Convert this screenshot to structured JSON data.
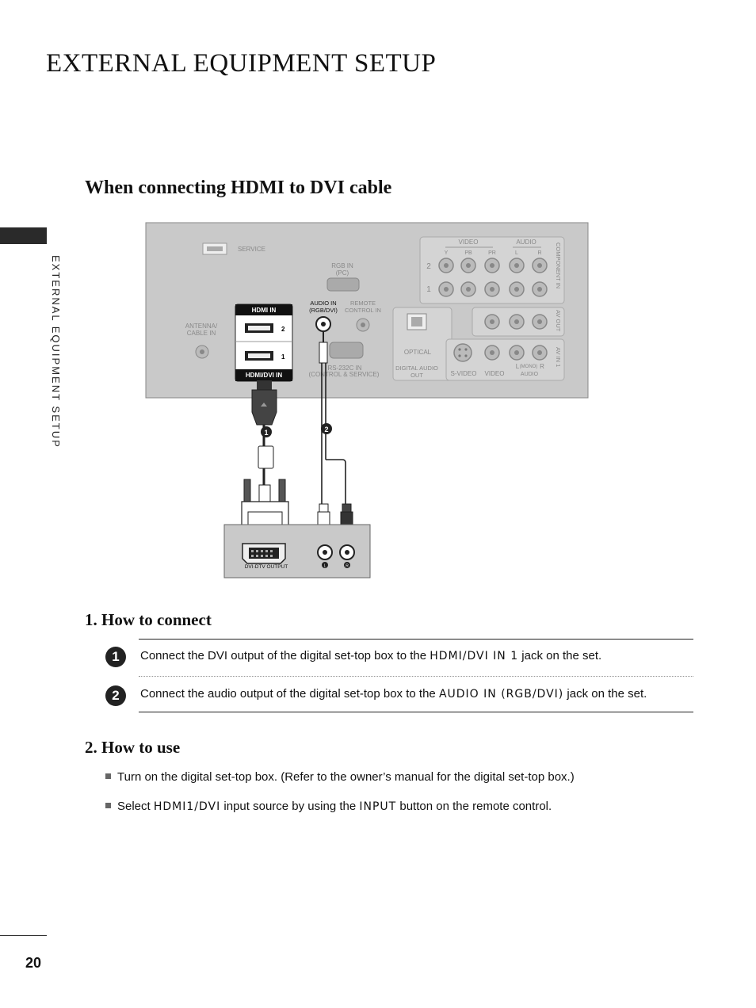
{
  "page": {
    "title": "EXTERNAL EQUIPMENT SETUP",
    "side_label": "EXTERNAL EQUIPMENT SETUP",
    "page_number": "20"
  },
  "section": {
    "title": "When connecting HDMI to DVI cable"
  },
  "diagram": {
    "tv_panel": {
      "service": "SERVICE",
      "rgb_in": "RGB IN",
      "rgb_pc": "(PC)",
      "hdmi_in": "HDMI IN",
      "hdmi_2": "2",
      "hdmi_1": "1",
      "hdmi_dvi_in": "HDMI/DVI IN",
      "audio_in": "AUDIO IN",
      "audio_in_sub": "(RGB/DVI)",
      "remote_control_in_1": "REMOTE",
      "remote_control_in_2": "CONTROL IN",
      "antenna_1": "ANTENNA/",
      "antenna_2": "CABLE IN",
      "rs232_1": "RS-232C IN",
      "rs232_2": "(CONTROL & SERVICE)",
      "video": "VIDEO",
      "audio": "AUDIO",
      "y": "Y",
      "pb": "PB",
      "pr": "PR",
      "l": "L",
      "r": "R",
      "row_2": "2",
      "row_1": "1",
      "component_in": "COMPONENT IN",
      "av_out": "AV OUT",
      "av_in_1": "AV IN 1",
      "optical": "OPTICAL",
      "digital_audio_out_1": "DIGITAL AUDIO",
      "digital_audio_out_2": "OUT",
      "s_video": "S-VIDEO",
      "video_bottom": "VIDEO",
      "l_mono": "L",
      "mono": "(MONO)",
      "r_bottom": "R",
      "audio_bottom": "AUDIO"
    },
    "callout_1": "1",
    "callout_2": "2",
    "stb": {
      "dvi_output": "DVI-DTV OUTPUT",
      "l": "L",
      "r": "R"
    }
  },
  "how_to_connect": {
    "title": "1. How to connect",
    "steps": [
      {
        "num": "1",
        "pre": "Connect the DVI output of the digital set-top box to the ",
        "key": "HDMI/DVI IN 1",
        "post": " jack on the set."
      },
      {
        "num": "2",
        "pre": "Connect the audio output of the digital set-top box to the ",
        "key": "AUDIO IN (RGB/DVI)",
        "post": " jack on the set."
      }
    ]
  },
  "how_to_use": {
    "title": "2. How to use",
    "bullets": [
      {
        "pre": "Turn on the digital set-top box. (Refer to the owner’s manual for the digital set-top box.)",
        "key": "",
        "mid": "",
        "key2": "",
        "post": ""
      },
      {
        "pre": "Select ",
        "key": "HDMI1/DVI",
        "mid": " input source by using the ",
        "key2": "INPUT",
        "post": " button on the remote control."
      }
    ]
  }
}
